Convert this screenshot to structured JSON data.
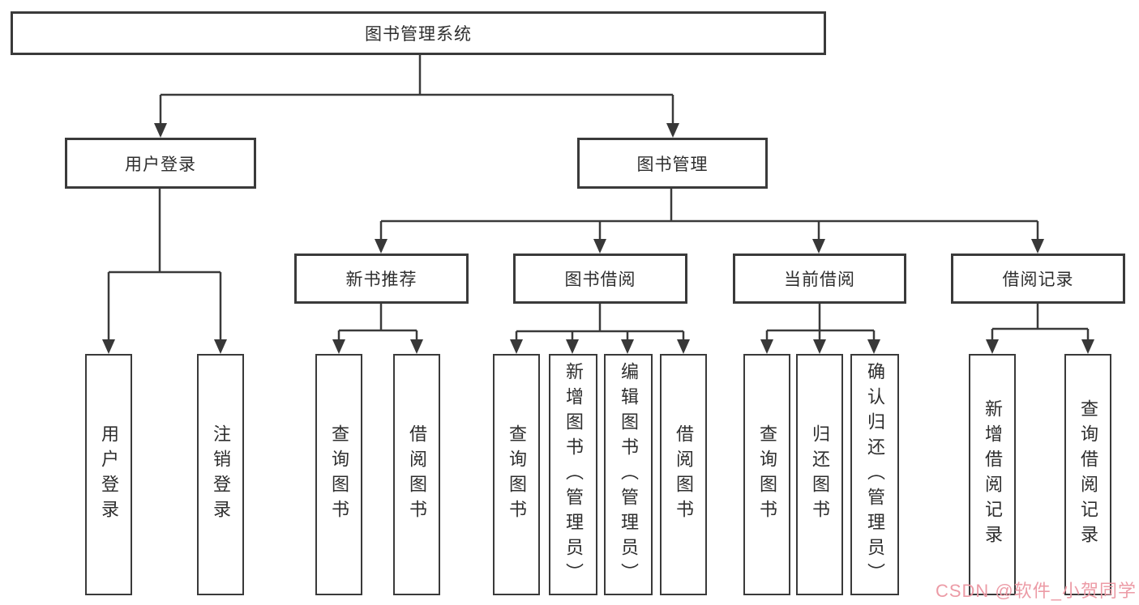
{
  "chart": {
    "title": "图书管理系统",
    "branches": [
      {
        "label": "用户登录",
        "leaves": [
          "用户登录",
          "注销登录"
        ]
      },
      {
        "label": "图书管理",
        "groups": [
          {
            "label": "新书推荐",
            "leaves": [
              "查询图书",
              "借阅图书"
            ]
          },
          {
            "label": "图书借阅",
            "leaves": [
              "查询图书",
              "新增图书（管理员）",
              "编辑图书（管理员）",
              "借阅图书"
            ]
          },
          {
            "label": "当前借阅",
            "leaves": [
              "查询图书",
              "归还图书",
              "确认归还（管理员）"
            ]
          },
          {
            "label": "借阅记录",
            "leaves": [
              "新增借阅记录",
              "查询借阅记录"
            ]
          }
        ]
      }
    ]
  },
  "colors": {
    "line": "#3a3a3a",
    "text": "#2e2e2e",
    "box_fill": "#ffffff",
    "watermark": "#ec9ba6"
  },
  "watermark": {
    "text": "CSDN @软件_小贺同学"
  }
}
